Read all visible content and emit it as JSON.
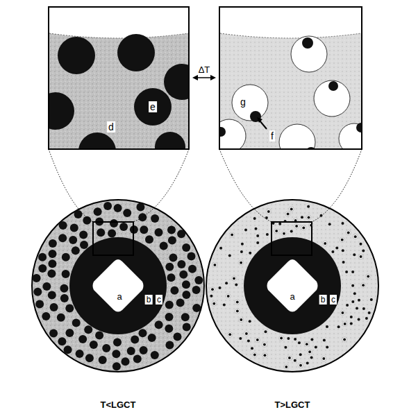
{
  "diagram": {
    "labels": [
      "d",
      "e",
      "ΔT",
      "g",
      "f",
      "a",
      "b",
      "c",
      "a",
      "b",
      "c",
      "T<LGCT",
      "T>LGCT"
    ]
  }
}
